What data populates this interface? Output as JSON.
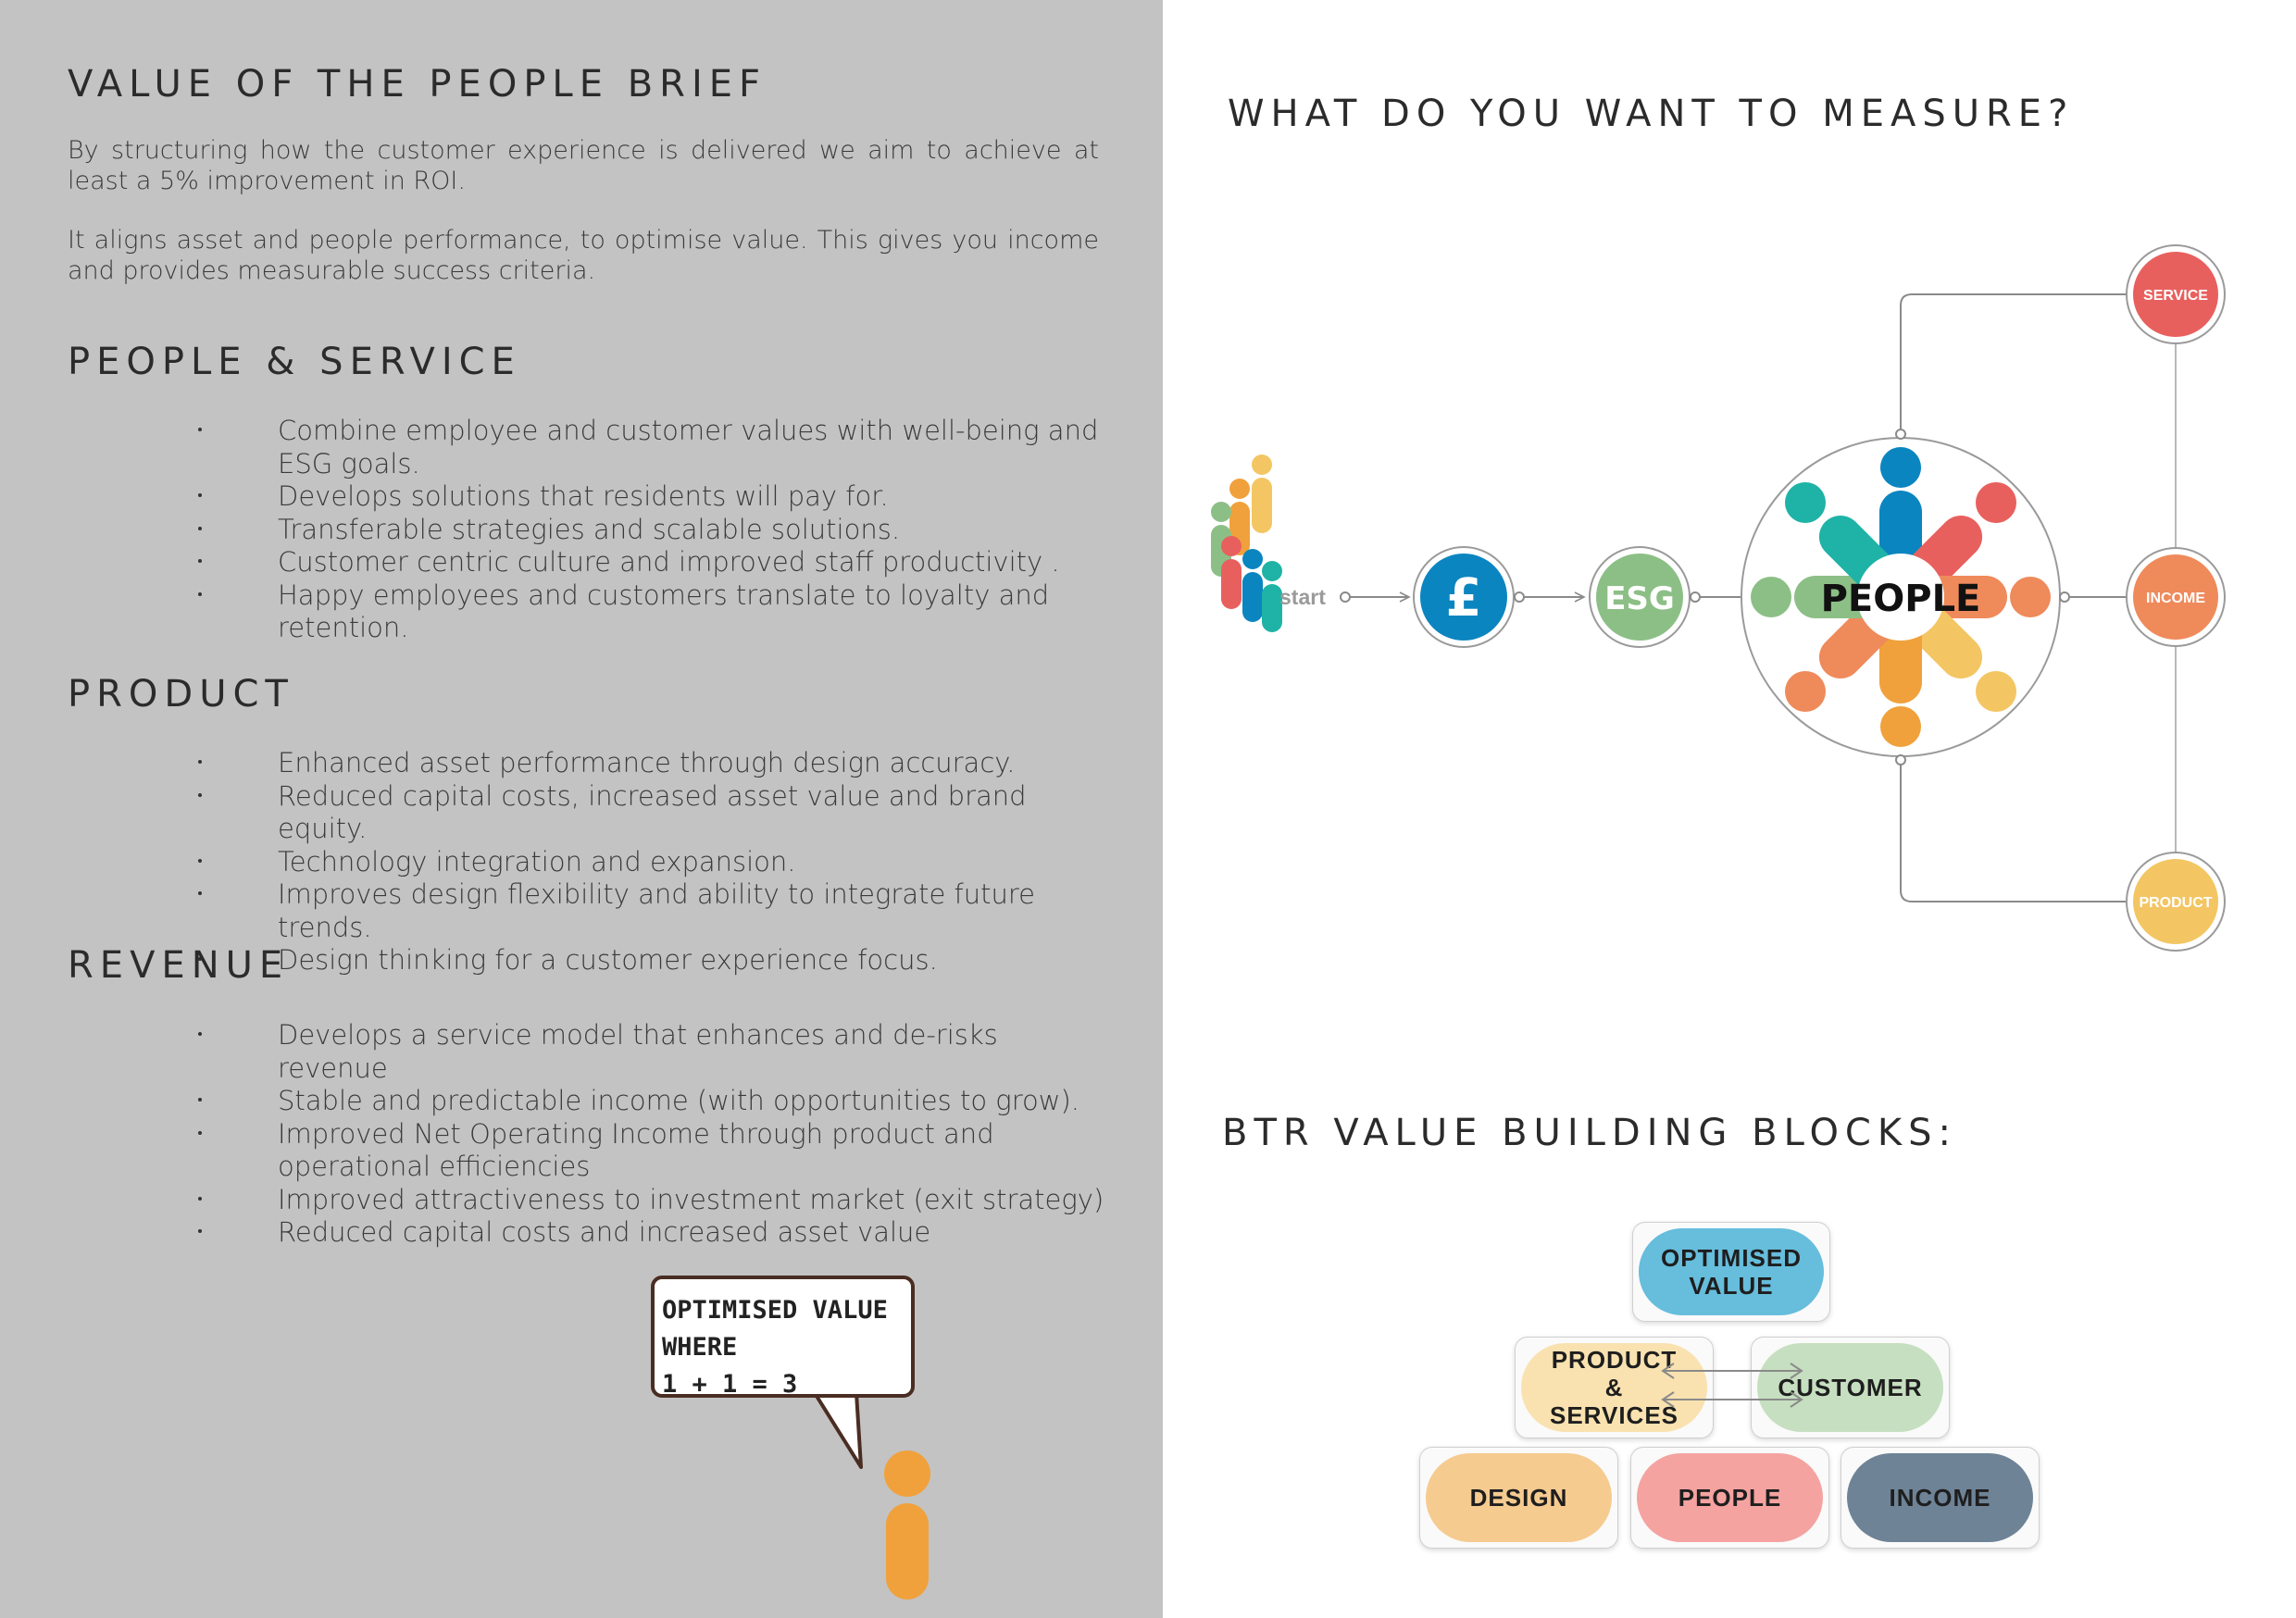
{
  "left": {
    "title": "VALUE OF THE PEOPLE BRIEF",
    "intro1": "By structuring how the customer experience is delivered we aim to achieve at least a 5% improvement in ROI.",
    "intro2": "It aligns asset and people performance, to optimise value. This gives you income and provides measurable success criteria.",
    "sections": [
      {
        "heading": "PEOPLE & SERVICE",
        "items": [
          "Combine employee and customer values with well-being and ESG goals.",
          "Develops solutions that residents will pay for.",
          "Transferable strategies and scalable solutions.",
          "Customer centric culture and improved staff productivity .",
          "Happy employees and customers translate to loyalty and retention."
        ]
      },
      {
        "heading": "PRODUCT",
        "items": [
          "Enhanced asset performance through design accuracy.",
          "Reduced capital costs, increased asset value and brand equity.",
          "Technology integration and expansion.",
          "Improves design flexibility and ability to integrate future trends.",
          "Design thinking for a customer experience focus."
        ]
      },
      {
        "heading": "REVENUE",
        "items": [
          "Develops a service model that enhances and de-risks revenue",
          "Stable and predictable income (with opportunities to grow).",
          "Improved Net Operating Income through product and operational efficiencies",
          "Improved attractiveness to investment market (exit strategy)",
          "Reduced capital costs and increased asset value"
        ]
      }
    ],
    "bubble_text": "OPTIMISED VALUE\nWHERE\n1 + 1 = 3"
  },
  "right": {
    "measure_title": "WHAT DO YOU WANT TO MEASURE?",
    "flow": {
      "start": "start",
      "pound": "£",
      "esg": "ESG",
      "people": "PEOPLE",
      "service": "SERVICE",
      "income": "INCOME",
      "product": "PRODUCT"
    },
    "blocks_title": "BTR VALUE BUILDING BLOCKS:",
    "blocks": {
      "optimised": "OPTIMISED VALUE",
      "product_services": "PRODUCT & SERVICES",
      "customer": "CUSTOMER",
      "design": "DESIGN",
      "people": "PEOPLE",
      "income": "INCOME"
    }
  },
  "colors": {
    "left_bg": "#c3c3c3",
    "pound_blue": "#0b85c0",
    "esg_green": "#8cbf86",
    "service_red": "#e8605e",
    "income_orange": "#ef8a5b",
    "product_yellow": "#f3c663",
    "figure_orange": "#f0a13c",
    "block_blue": "#66bddc",
    "block_peach": "#f9e2b0",
    "block_green": "#c6dfc0",
    "block_tan": "#f6cb90",
    "block_pink": "#f4a3a1",
    "block_slate": "#6e8396"
  }
}
